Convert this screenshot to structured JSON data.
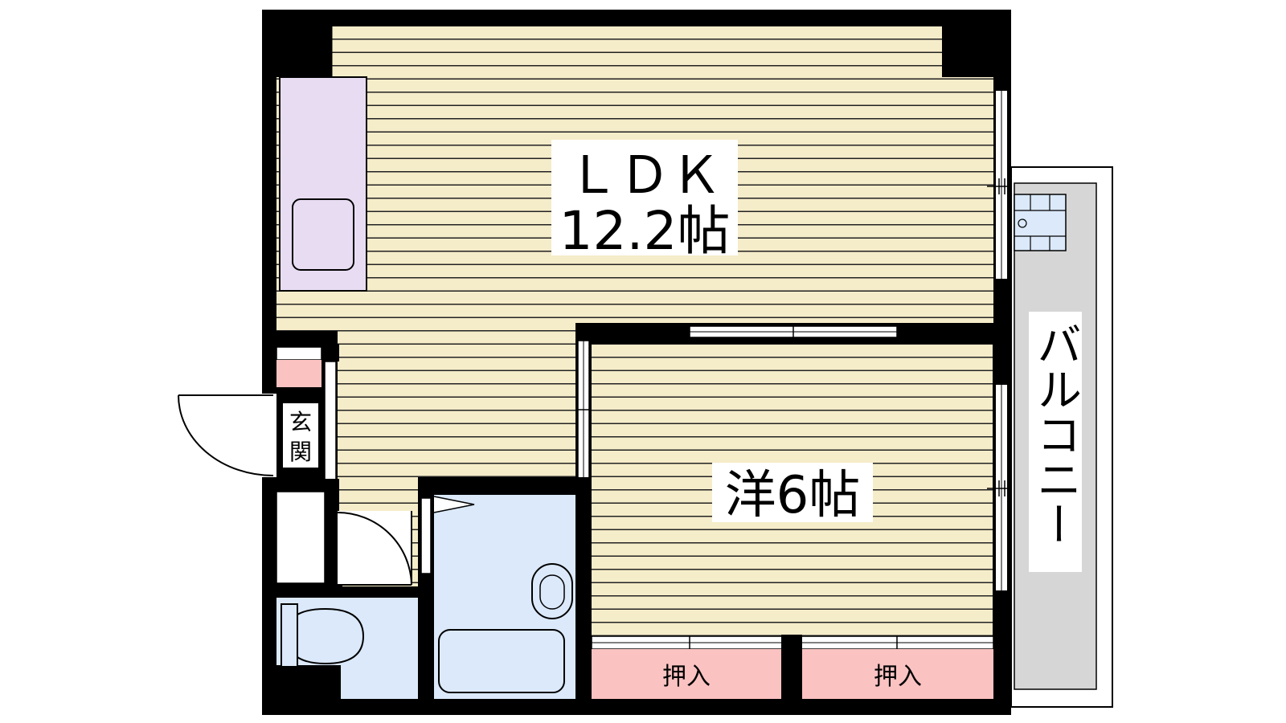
{
  "rooms": {
    "ldk": {
      "name": "ＬＤＫ",
      "size": "12.2帖"
    },
    "western": {
      "name": "洋6帖"
    },
    "entrance": {
      "line1": "玄",
      "line2": "関"
    },
    "closet_left": {
      "label": "押入"
    },
    "closet_right": {
      "label": "押入"
    },
    "balcony": {
      "label": "バルコニー"
    }
  },
  "colors": {
    "wall": "#000000",
    "floor": "#f5ecc9",
    "floor_line": "#222222",
    "kitchen": "#e8dcf3",
    "wet_area": "#dbe9fa",
    "closet": "#fbc2c2",
    "balcony": "#d6d6d6"
  }
}
